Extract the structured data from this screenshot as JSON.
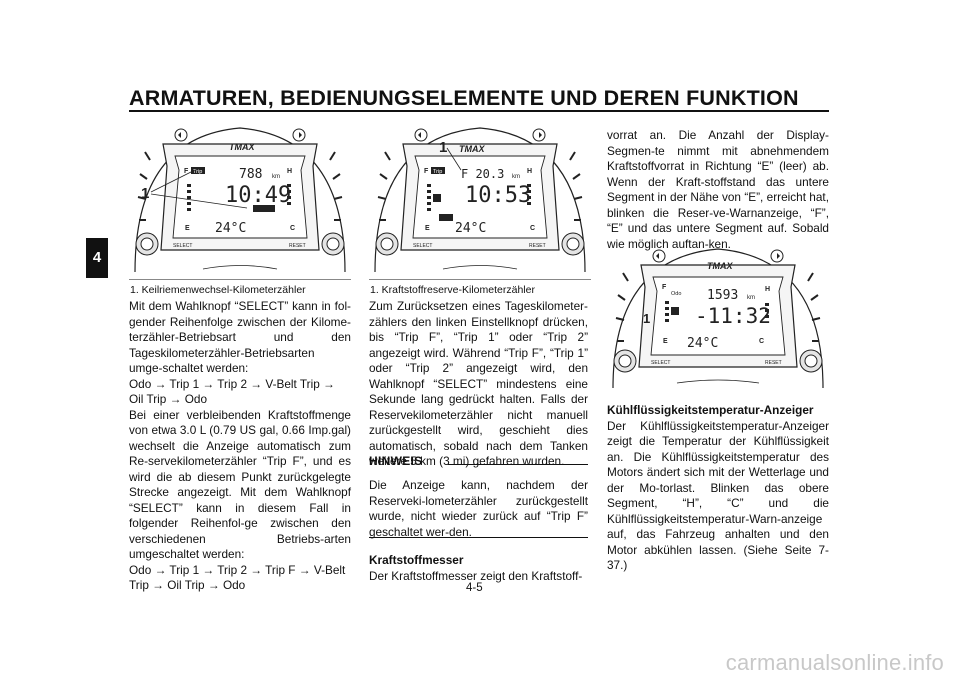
{
  "header": {
    "title": "ARMATUREN, BEDIENUNGSELEMENTE UND DEREN FUNKTION"
  },
  "chapter_tab": "4",
  "figures": [
    {
      "caption": "1.  Keilriemenwechsel-Kilometerzähler",
      "callout": "1",
      "display": {
        "badge": "Trip",
        "f": "F",
        "h": "H",
        "top_digits": "788",
        "unit": "km",
        "main_digits": "10:49",
        "temp": "24°C",
        "e": "E",
        "c": "C",
        "select": "SELECT",
        "reset": "RESET"
      }
    },
    {
      "caption": "1.  Kraftstoffreserve-Kilometerzähler",
      "callout": "1",
      "display": {
        "badge": "Trip",
        "f": "F",
        "h": "H",
        "top_digits": "F 20.3",
        "unit": "km",
        "main_digits": "10:53",
        "temp": "24°C",
        "e": "E",
        "c": "C",
        "select": "SELECT",
        "reset": "RESET"
      }
    },
    {
      "callout": "1",
      "display": {
        "badge": "Odo",
        "f": "F",
        "h": "H",
        "top_digits": "1593",
        "unit": "km",
        "main_digits": "-11:32",
        "temp": "24°C",
        "e": "E",
        "c": "C",
        "select": "SELECT",
        "reset": "RESET"
      }
    }
  ],
  "column1": {
    "paragraph1": "Mit dem Wahlknopf “SELECT” kann in fol-gender Reihenfolge zwischen der Kilome-terzähler-Betriebsart und den Tageskilometerzähler-Betriebsarten umge-schaltet werden:",
    "sequence1": "Odo → Trip 1 → Trip 2 → V-Belt Trip → Oil Trip → Odo",
    "paragraph2": "Bei einer verbleibenden Kraftstoffmenge von etwa 3.0 L (0.79 US gal, 0.66 Imp.gal) wechselt die Anzeige automatisch zum Re-servekilometerzähler “Trip F”, und es wird die ab diesem Punkt zurückgelegte Strecke angezeigt. Mit dem Wahlknopf “SELECT” kann in diesem Fall in folgender Reihenfol-ge zwischen den verschiedenen Betriebs-arten umgeschaltet werden:",
    "sequence2": "Odo → Trip 1 → Trip 2 → Trip F → V-Belt Trip → Oil Trip → Odo"
  },
  "column2": {
    "paragraph1": "Zum Zurücksetzen eines Tageskilometer-zählers den linken Einstellknopf drücken, bis “Trip F”, “Trip 1” oder “Trip 2” angezeigt wird. Während “Trip F”, “Trip 1” oder “Trip 2” angezeigt wird, den Wahlknopf “SELECT” mindestens eine Sekunde lang gedrückt halten. Falls der Reservekilometerzähler nicht manuell zurückgestellt wird, geschieht dies automatisch, sobald nach dem Tanken weitere 5 km (3 mi) gefahren wurden.",
    "hinweis_label": "HINWEIS",
    "hinweis_text": "Die Anzeige kann, nachdem der Reserveki-lometerzähler zurückgestellt wurde, nicht wieder zurück auf “Trip F” geschaltet wer-den.",
    "heading": "Kraftstoffmesser",
    "paragraph2": "Der Kraftstoffmesser zeigt den Kraftstoff-"
  },
  "column3": {
    "paragraph1": "vorrat an. Die Anzahl der Display-Segmen-te nimmt mit abnehmendem Kraftstoffvorrat in Richtung “E” (leer) ab. Wenn der Kraft-stoffstand das untere Segment in der Nähe von “E”, erreicht hat, blinken die Reser-ve-Warnanzeige, “F”, “E” und das untere Segment auf. Sobald wie möglich auftan-ken.",
    "heading": "Kühlflüssigkeitstemperatur-Anzeiger",
    "paragraph2": "Der Kühlflüssigkeitstemperatur-Anzeiger zeigt die Temperatur der Kühlflüssigkeit an. Die Kühlflüssigkeitstemperatur des Motors ändert sich mit der Wetterlage und der Mo-torlast. Blinken das obere Segment, “H”, “C” und die Kühlflüssigkeitstemperatur-Warn-anzeige auf, das Fahrzeug anhalten und den Motor abkühlen lassen. (Siehe Seite 7-37.)"
  },
  "footer": {
    "page_number": "4-5",
    "watermark": "carmanualsonline.info"
  }
}
